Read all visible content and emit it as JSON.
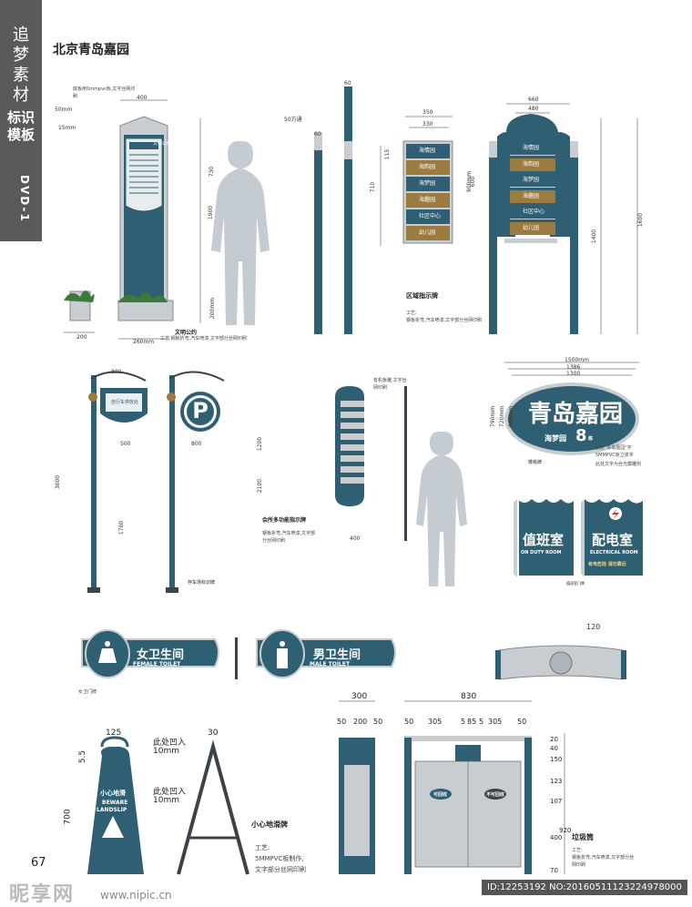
{
  "sidebar": {
    "title1": "追梦素材",
    "title2": "标识模板",
    "dvd": "DVD-1"
  },
  "page_title": "北京青岛嘉园",
  "page_number": "67",
  "signs": {
    "culture_board": {
      "header": "文明公约",
      "caption": "文明公约",
      "note": "工艺:钢板折弯,汽车喷漆,文字部分丝网印刷",
      "top_note": "底板用5mmpvc板,文字丝网印刷",
      "dims": [
        "400",
        "50mm",
        "15mm",
        "730",
        "1900",
        "200mm",
        "200",
        "260mm"
      ]
    },
    "area_guide": {
      "caption": "区域指示牌",
      "process": "工艺:",
      "note": "钢板折弯,汽车喷漆,文字部分丝网印刷",
      "small_items": [
        "海情园",
        "海韵园",
        "海梦园",
        "海趣园",
        "社区中心",
        "幼儿园"
      ],
      "large_items": [
        "海情园",
        "海韵园",
        "海梦园",
        "海趣园",
        "社区中心",
        "幼儿园"
      ],
      "dims": [
        "60",
        "60",
        "50方通",
        "350",
        "330",
        "115",
        "710",
        "660",
        "480",
        "900mm",
        "600",
        "1400",
        "1600"
      ]
    },
    "parking": {
      "caption": "存车场标识牌",
      "left_text": "自行车停放处",
      "right_text": "P",
      "dims": [
        "800",
        "500",
        "800",
        "1700",
        "3000"
      ]
    },
    "clubhouse": {
      "caption": "会所多功能指示牌",
      "note": "钢板折弯,汽车喷漆,文字部分丝网印刷",
      "top_note": "有机板雕,文字丝网印刷",
      "dims": [
        "1200",
        "2100",
        "400"
      ]
    },
    "building": {
      "title": "青岛嘉园",
      "sub": "海梦园",
      "num": "8",
      "num_unit": "栋",
      "caption": "楼栋牌",
      "note": "此处\"青岛嘉园\"字5MMPVC板立体字",
      "note2": "此处文字为丝光膜雕刻",
      "dims": [
        "1500mm",
        "1386",
        "1300",
        "790mm",
        "720mm",
        "640mm"
      ]
    },
    "room_duty": {
      "zh": "值班室",
      "en": "ON DUTY ROOM"
    },
    "room_power": {
      "zh": "配电室",
      "en": "ELECTRICAL ROOM",
      "warn": "有电危险 请勿靠近"
    },
    "room_caption": "值班室门牌",
    "toilet_female": {
      "zh": "女卫生间",
      "en": "FEMALE TOILET",
      "caption": "女卫门牌"
    },
    "toilet_male": {
      "zh": "男卫生间",
      "en": "MALE TOILET"
    },
    "wall_light": {
      "dim": "120"
    },
    "slip_sign": {
      "title": "小心地滑牌",
      "zh": "小心地滑",
      "en1": "BEWARE",
      "en2": "LANDSLIP",
      "process": "工艺:",
      "note1": "5MMPVC板制作,",
      "note2": "文字部分丝网印刷",
      "annot1": "此处凹入",
      "annot1b": "10mm",
      "annot2": "此处凹入",
      "annot2b": "10mm",
      "dims": [
        "125",
        "5.5",
        "700",
        "30"
      ]
    },
    "trash_bin": {
      "caption": "垃圾筒",
      "process": "工艺:",
      "note": "钢板折弯,汽车喷漆,文字部分丝网印刷",
      "left_label": "可回收",
      "right_label": "不可回收",
      "dims_top": [
        "300",
        "830"
      ],
      "dims_second": [
        "50",
        "200",
        "50",
        "50",
        "305",
        "5",
        "85",
        "5",
        "305",
        "50"
      ],
      "dims_right": [
        "20",
        "40",
        "150",
        "123",
        "107",
        "400",
        "920",
        "70"
      ]
    }
  },
  "watermark": {
    "logo": "昵享网",
    "url": "www.nipic.cn",
    "id": "ID:12253192 NO:20160511123224978000"
  },
  "colors": {
    "teal": "#2f5f73",
    "gold": "#9b7b3f",
    "gray": "#c8cdd2",
    "dark": "#3b4248"
  }
}
